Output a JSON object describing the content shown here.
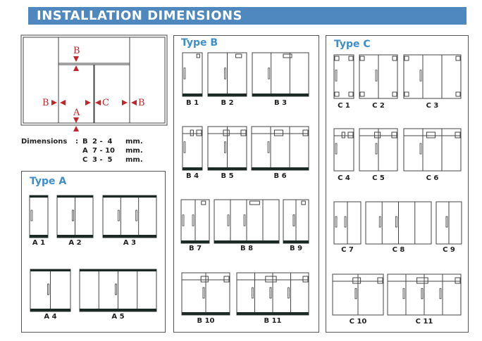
{
  "header": {
    "title": "INSTALLATION DIMENSIONS"
  },
  "overview": {
    "markers": [
      "B",
      "B",
      "C",
      "B",
      "A"
    ]
  },
  "dimensions": {
    "label": "Dimensions",
    "colon": ":",
    "rows": [
      {
        "key": "B",
        "range": "2 -  4",
        "unit": "mm."
      },
      {
        "key": "A",
        "range": "7 - 10",
        "unit": "mm."
      },
      {
        "key": "C",
        "range": "3 -  5",
        "unit": "mm."
      }
    ]
  },
  "type_a": {
    "title": "Type A",
    "items": [
      "A 1",
      "A 2",
      "A 3",
      "A 4",
      "A 5"
    ]
  },
  "type_b": {
    "title": "Type B",
    "items": [
      "B 1",
      "B 2",
      "B 3",
      "B 4",
      "B 5",
      "B 6",
      "B 7",
      "B 8",
      "B 9",
      "B 10",
      "B 11"
    ]
  },
  "type_c": {
    "title": "Type C",
    "items": [
      "C 1",
      "C 2",
      "C 3",
      "C 4",
      "C 5",
      "C 6",
      "C 7",
      "C 8",
      "C 9",
      "C 10",
      "C 11"
    ]
  },
  "colors": {
    "header": "#4f88bf",
    "title": "#3d8ec9",
    "marker": "#c0272d"
  }
}
